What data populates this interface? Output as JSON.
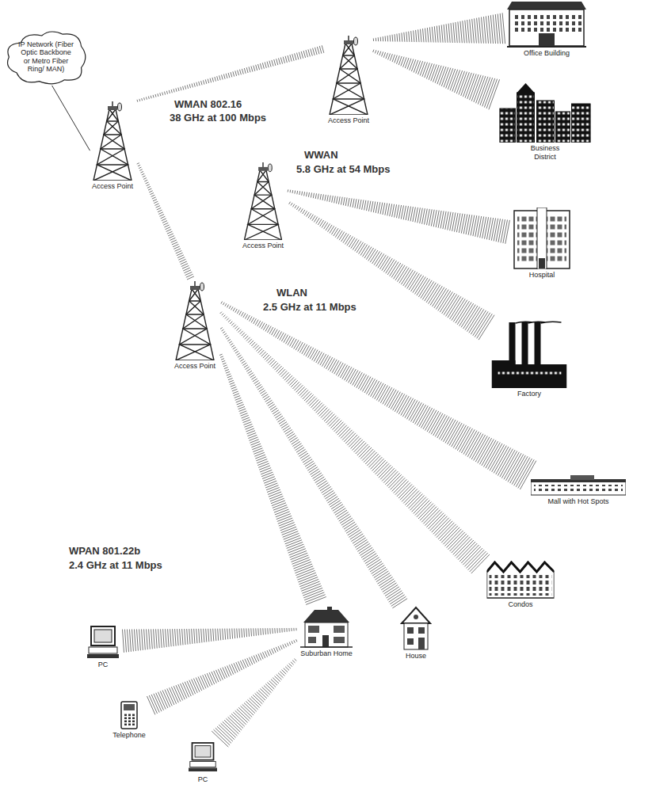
{
  "diagram": {
    "nodes": [
      {
        "text": [
          "IP Network (Fiber Optic Backbone or Metro Fiber Ring/ MAN)"
        ]
      },
      {
        "text": [
          "Access Point"
        ]
      },
      {
        "text": [
          "Access Point"
        ]
      },
      {
        "text": [
          "Office Building"
        ]
      },
      {
        "text": [
          "Business District"
        ]
      },
      {
        "text": [
          "Access Point"
        ]
      },
      {
        "text": [
          "Hospital"
        ]
      },
      {
        "text": [
          "Access Point"
        ]
      },
      {
        "text": [
          "Factory"
        ]
      },
      {
        "text": [
          "Mall with Hot Spots"
        ]
      },
      {
        "text": [
          "Condos"
        ]
      },
      {
        "text": [
          "Suburban Home"
        ]
      },
      {
        "text": [
          "House"
        ]
      },
      {
        "text": [
          "PC"
        ]
      },
      {
        "text": [
          "Telephone"
        ]
      },
      {
        "text": [
          "PC"
        ]
      }
    ],
    "edges": [
      {
        "from": 0,
        "to": 1,
        "arrow": "none"
      },
      {
        "from": 1,
        "to": 2,
        "arrow": "none"
      },
      {
        "from": 2,
        "to": 3,
        "arrow": "none"
      },
      {
        "from": 2,
        "to": 4,
        "arrow": "none"
      },
      {
        "from": 1,
        "to": 7,
        "arrow": "none"
      },
      {
        "from": 5,
        "to": 6,
        "arrow": "none"
      },
      {
        "from": 5,
        "to": 8,
        "arrow": "none"
      },
      {
        "from": 7,
        "to": 9,
        "arrow": "none"
      },
      {
        "from": 7,
        "to": 10,
        "arrow": "none"
      },
      {
        "from": 7,
        "to": 11,
        "arrow": "none"
      },
      {
        "from": 7,
        "to": 12,
        "arrow": "none"
      },
      {
        "from": 11,
        "to": 13,
        "arrow": "none"
      },
      {
        "from": 11,
        "to": 14,
        "arrow": "none"
      },
      {
        "from": 11,
        "to": 15,
        "arrow": "none"
      }
    ],
    "labels": [
      "WMAN 802.16",
      "38 GHz at 100 Mbps",
      "WWAN",
      "5.8 GHz at 54 Mbps",
      "WLAN",
      "2.5 GHz at 11 Mbps",
      "WPAN 801.22b",
      "2.4 GHz at 11 Mbps"
    ]
  }
}
